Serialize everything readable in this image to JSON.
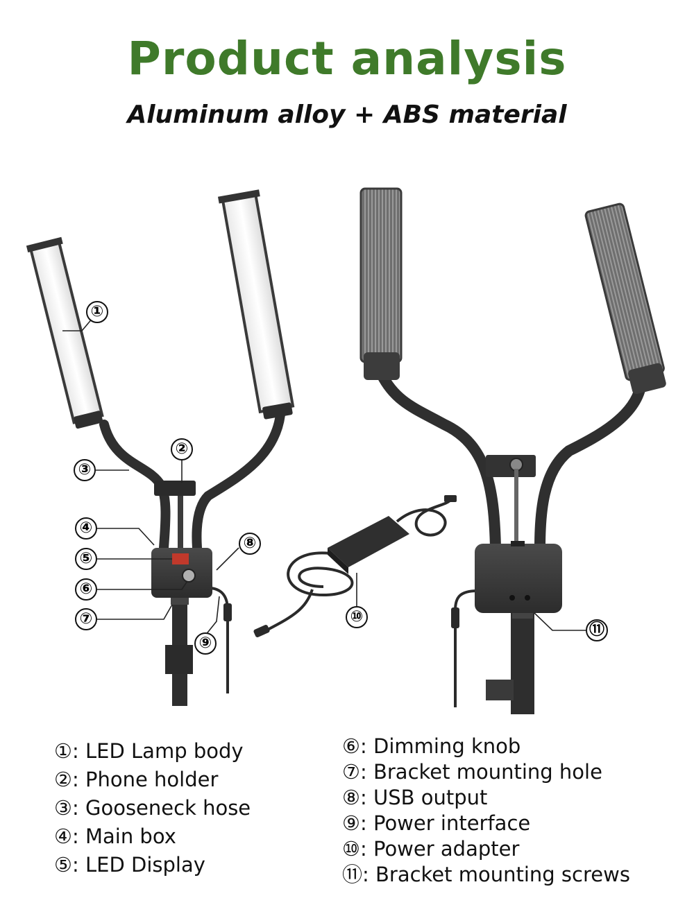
{
  "header": {
    "title": "Product analysis",
    "subtitle": "Aluminum alloy + ABS material"
  },
  "callouts": [
    "①",
    "②",
    "③",
    "④",
    "⑤",
    "⑥",
    "⑦",
    "⑧",
    "⑨",
    "⑩",
    "⑪"
  ],
  "legend": {
    "left": [
      {
        "marker": "①",
        "label": ": LED Lamp body"
      },
      {
        "marker": "②",
        "label": ": Phone holder"
      },
      {
        "marker": "③",
        "label": ": Gooseneck hose"
      },
      {
        "marker": "④",
        "label": ": Main box"
      },
      {
        "marker": "⑤",
        "label": ": LED Display"
      }
    ],
    "right": [
      {
        "marker": "⑥",
        "label": ": Dimming knob"
      },
      {
        "marker": "⑦",
        "label": ": Bracket mounting hole"
      },
      {
        "marker": "⑧",
        "label": ": USB output"
      },
      {
        "marker": "⑨",
        "label": ": Power interface"
      },
      {
        "marker": "⑩",
        "label": ": Power adapter"
      },
      {
        "marker": "⑪",
        "label": ": Bracket mounting screws"
      }
    ]
  },
  "colors": {
    "title": "#3f7a2a",
    "device": "#3a3a3a",
    "lamp_face": "#f4f4f4"
  }
}
